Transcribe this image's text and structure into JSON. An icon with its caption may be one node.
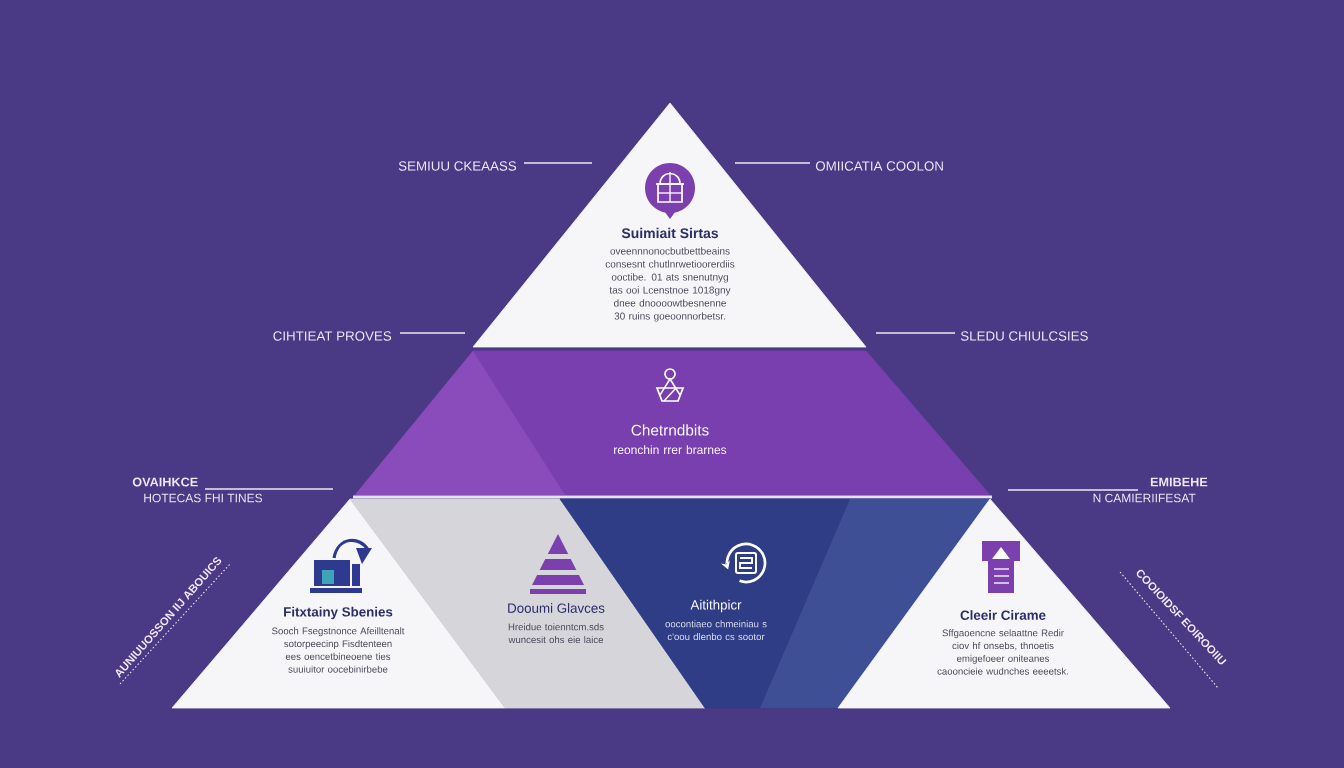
{
  "diagram": {
    "nodes": [
      {
        "text": [
          "Suimiait Sirtas",
          "oveennnonocbutbettbeains consesnt chutlnrwetioorerdiis ooctibe. 01 ats snenutnyg tas ooi Lcenstnoe 1018gny dnee dnoooowtbesnenne 30 ruins goeoonnorbetsr."
        ]
      },
      {
        "text": [
          "Chetrndbits",
          "reonchin rrer brarnes"
        ]
      },
      {
        "text": [
          "Fitxtainy Sbenies",
          "Sooch Fsegstnonce Afeilltenalt sotorpeecinp Fisdtenteen ees oencetbineoene ties suuiuitor oocebinirbebe"
        ]
      },
      {
        "text": [
          "Dooumi Glavces",
          "Hreidue toienntcm.sds wuncesit ohs eie laice"
        ]
      },
      {
        "text": [
          "Aitithpicr",
          "oocontiaeo chmeiniau s c'oou dlenbo cs sootor"
        ]
      },
      {
        "text": [
          "Cleeir Cirame",
          "Sffgaoencne selaattne Redir ciov hf onsebs, thnoetis emigefoeer oniteanes caooncieie wudnches eeeetsk."
        ]
      }
    ],
    "labels": [
      "SEMIUU CKEAASS",
      "OMIICATIA COOLON",
      "CIHTIEAT PROVES",
      "SLEDU CHIULCSIES",
      "OVAIHKCE",
      "HOTECAS FHI TINES",
      "EMIBEHE",
      "N CAMIERIIFESAT",
      "AUNIUUOSSON IIJ ABOUICS",
      "COOIOIDSF EOIROOIIU"
    ]
  }
}
